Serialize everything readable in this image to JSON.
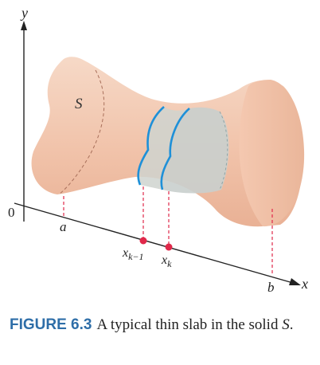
{
  "axes": {
    "y_label": "y",
    "x_label": "x",
    "origin_label": "0"
  },
  "solid_label": "S",
  "ticks": {
    "a": "a",
    "b": "b",
    "x_k_minus_1": "x",
    "x_k_minus_1_sub": "k−1",
    "x_k": "x",
    "x_k_sub": "k"
  },
  "caption": {
    "figure": "FIGURE 6.3",
    "text": "A typical thin slab in the solid ",
    "text_var": "S",
    "text_end": "."
  },
  "colors": {
    "solid_fill": "#f3c9b1",
    "slab_fill": "#cfd3cf",
    "slab_edge": "#1e90d8",
    "guide": "#e0284a",
    "dot": "#e0284a",
    "caption_head": "#2e6ea8"
  }
}
